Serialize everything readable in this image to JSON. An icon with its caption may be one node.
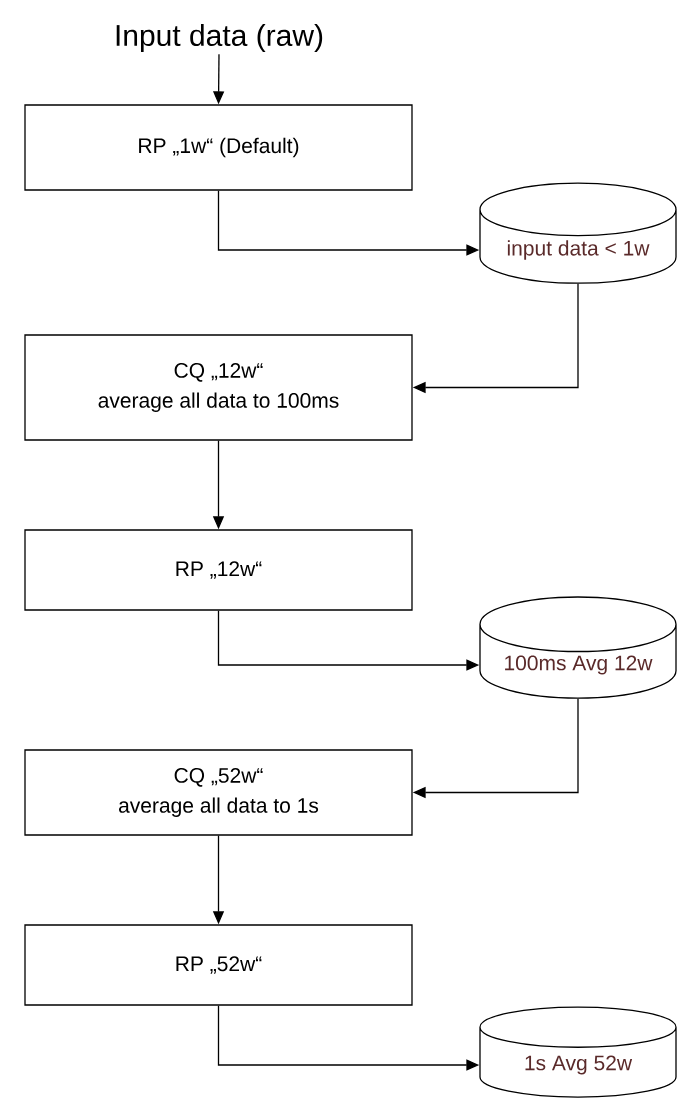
{
  "diagram": {
    "nodes": [
      {
        "text": [
          "Input data (raw)"
        ]
      },
      {
        "text": [
          "RP „1w“ (Default)"
        ]
      },
      {
        "text": [
          "input data < 1w"
        ]
      },
      {
        "text": [
          "CQ „12w“",
          "average all data to 100ms"
        ]
      },
      {
        "text": [
          "RP „12w“"
        ]
      },
      {
        "text": [
          "100ms Avg 12w"
        ]
      },
      {
        "text": [
          "CQ „52w“",
          "average all data to 1s"
        ]
      },
      {
        "text": [
          "RP „52w“"
        ]
      },
      {
        "text": [
          "1s Avg 52w"
        ]
      }
    ],
    "edges": [
      {
        "from": 0,
        "to": 1,
        "arrow": "to"
      },
      {
        "from": 1,
        "to": 2,
        "arrow": "to"
      },
      {
        "from": 2,
        "to": 3,
        "arrow": "to"
      },
      {
        "from": 3,
        "to": 4,
        "arrow": "to"
      },
      {
        "from": 4,
        "to": 5,
        "arrow": "to"
      },
      {
        "from": 5,
        "to": 6,
        "arrow": "to"
      },
      {
        "from": 6,
        "to": 7,
        "arrow": "to"
      },
      {
        "from": 7,
        "to": 8,
        "arrow": "to"
      }
    ]
  }
}
